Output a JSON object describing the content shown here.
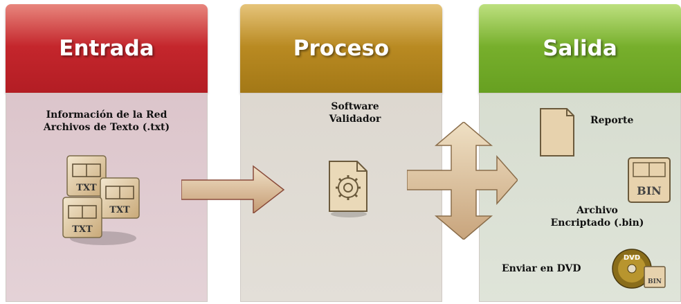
{
  "columns": {
    "entrada": {
      "title": "Entrada",
      "line1": "Información de la Red",
      "line2": "Archivos de Texto (.txt)",
      "icon_label": "TXT"
    },
    "proceso": {
      "title": "Proceso",
      "line1": "Software",
      "line2": "Validador"
    },
    "salida": {
      "title": "Salida",
      "reporte": "Reporte",
      "bin_label": "BIN",
      "archivo_line1": "Archivo",
      "archivo_line2": "Encriptado (.bin)",
      "dvd_text": "Enviar en DVD",
      "dvd_label": "DVD",
      "dvd_bin": "BIN"
    }
  },
  "colors": {
    "entrada": "#c4262c",
    "proceso": "#b98a22",
    "salida": "#77af2c"
  }
}
